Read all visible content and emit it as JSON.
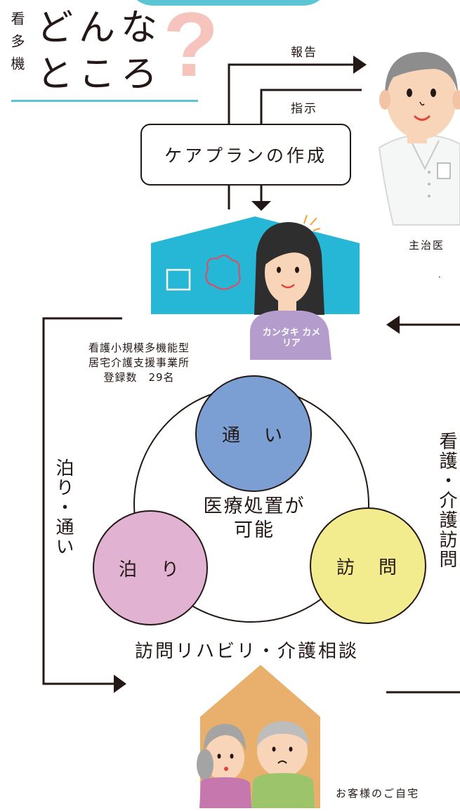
{
  "header": {
    "vertical_label": "看多機",
    "title_line1": "どんな",
    "title_line2": "ところ",
    "question_mark": "?"
  },
  "flow": {
    "report_label": "報告",
    "instruction_label": "指示",
    "care_plan_box": "ケアプランの作成"
  },
  "doctor": {
    "label": "主治医",
    "dot": "."
  },
  "office": {
    "description_line1": "看護小規模多機能型",
    "description_line2": "居宅介護支援事業所",
    "description_line3": "登録数　29名",
    "staff_badge": "カンタキ カメリア"
  },
  "services": {
    "center_line1": "医療処置が",
    "center_line2": "可能",
    "day_service": "通　い",
    "stay_service": "泊　り",
    "visit_service": "訪　問",
    "bottom_label": "訪問リハビリ・介護相談"
  },
  "side_labels": {
    "left": "泊り・通い",
    "right": "看護・介護訪問"
  },
  "home": {
    "label": "お客様のご自宅"
  },
  "colors": {
    "teal": "#27b7d6",
    "accent_line": "#5cc5d3",
    "question_pink": "#f6c4bd",
    "blue_circle": "#7b9fd3",
    "pink_circle": "#e1b2d2",
    "yellow_circle": "#f3ec8e",
    "house_orange": "#e8b06c",
    "staff_purple": "#b49ccc"
  }
}
